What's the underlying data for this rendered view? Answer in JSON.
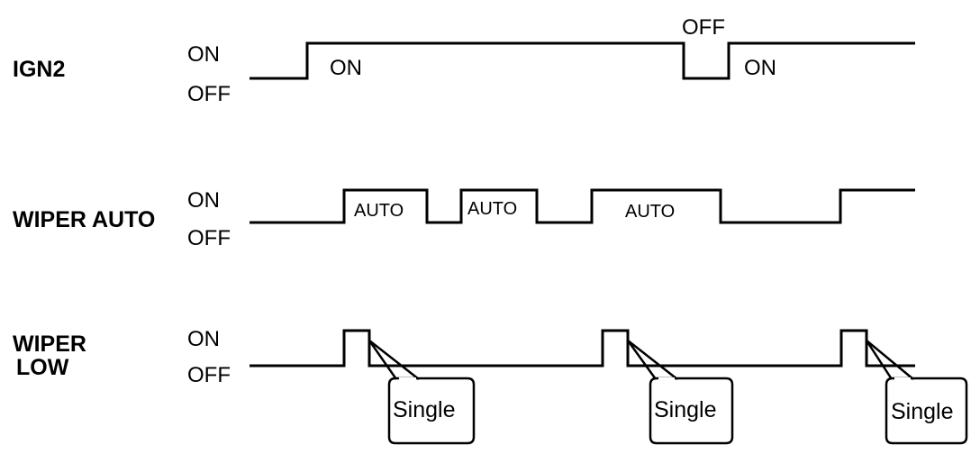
{
  "signals": [
    {
      "name_lines": [
        "IGN2"
      ],
      "on_label": "ON",
      "off_label": "OFF",
      "pulse_labels": [
        "ON",
        "OFF",
        "ON"
      ]
    },
    {
      "name_lines": [
        "WIPER AUTO"
      ],
      "on_label": "ON",
      "off_label": "OFF",
      "pulse_labels": [
        "AUTO",
        "AUTO",
        "AUTO"
      ]
    },
    {
      "name_lines": [
        "WIPER",
        "LOW"
      ],
      "on_label": "ON",
      "off_label": "OFF",
      "callouts": [
        "Single",
        "Single",
        "Single"
      ]
    }
  ]
}
